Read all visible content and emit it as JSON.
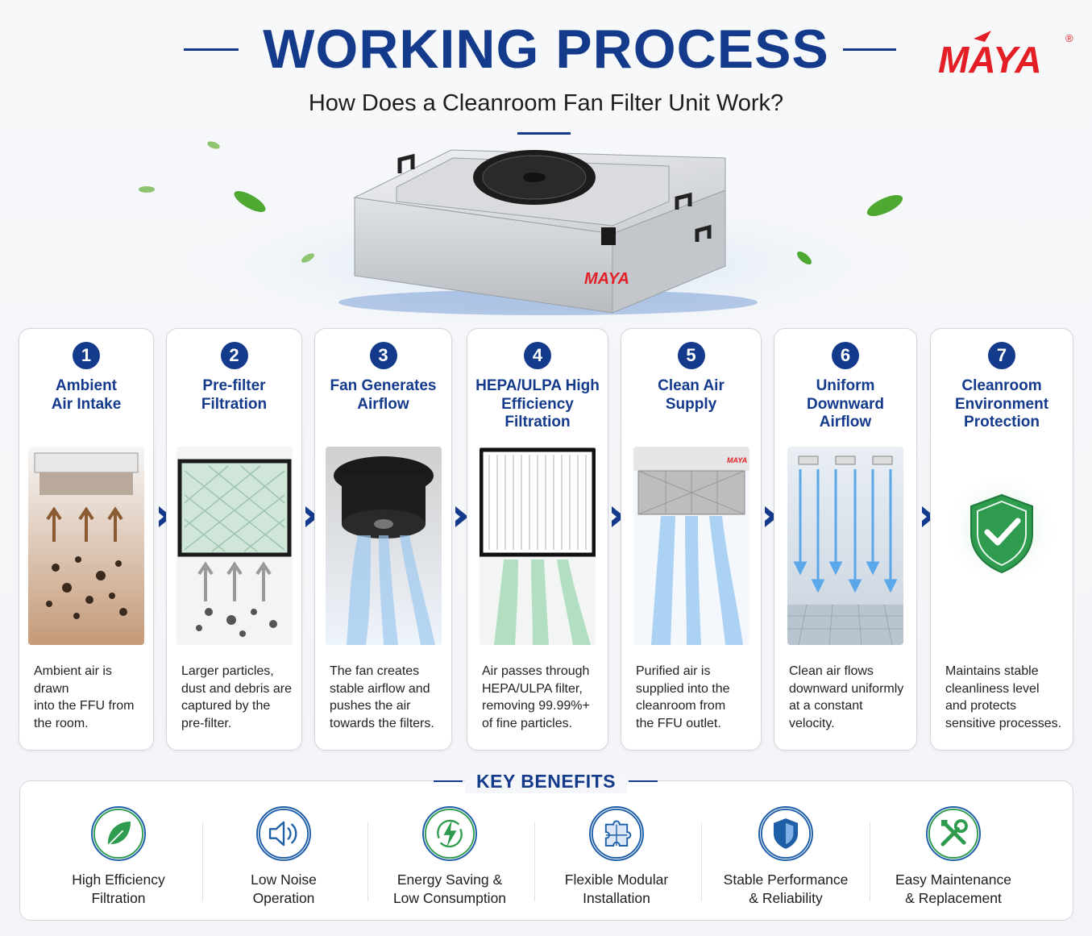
{
  "header": {
    "title": "WORKING PROCESS",
    "subtitle": "How Does a Cleanroom Fan Filter Unit Work?",
    "brand": "MAYA",
    "registered_mark": "®"
  },
  "colors": {
    "primary": "#143a8c",
    "brand_red": "#e31e24",
    "green": "#2e9b4e"
  },
  "steps": [
    {
      "number": "1",
      "title_lines": [
        "Ambient",
        "Air Intake"
      ],
      "desc_lines": [
        "Ambient air is drawn",
        "into the FFU from",
        "the room."
      ]
    },
    {
      "number": "2",
      "title_lines": [
        "Pre-filter",
        "Filtration"
      ],
      "desc_lines": [
        "Larger particles,",
        "dust and debris are",
        "captured by the",
        "pre-filter."
      ]
    },
    {
      "number": "3",
      "title_lines": [
        "Fan Generates",
        "Airflow"
      ],
      "desc_lines": [
        "The fan creates",
        "stable airflow and",
        "pushes the air",
        "towards the filters."
      ]
    },
    {
      "number": "4",
      "title_lines": [
        "HEPA/ULPA High",
        "Efficiency Filtration"
      ],
      "desc_lines": [
        "Air passes through",
        "HEPA/ULPA filter,",
        "removing 99.99%+",
        "of fine particles."
      ]
    },
    {
      "number": "5",
      "title_lines": [
        "Clean Air",
        "Supply"
      ],
      "desc_lines": [
        "Purified air is",
        "supplied into the",
        "cleanroom from",
        "the FFU outlet."
      ]
    },
    {
      "number": "6",
      "title_lines": [
        "Uniform Downward",
        "Airflow"
      ],
      "desc_lines": [
        "Clean air flows",
        "downward uniformly",
        "at a constant",
        "velocity."
      ]
    },
    {
      "number": "7",
      "title_lines": [
        "Cleanroom",
        "Environment",
        "Protection"
      ],
      "desc_lines": [
        "Maintains stable",
        "cleanliness level",
        "and protects",
        "sensitive processes."
      ]
    }
  ],
  "benefits": {
    "title": "KEY BENEFITS",
    "items": [
      {
        "icon": "leaf-icon",
        "lines": [
          "High Efficiency",
          "Filtration"
        ]
      },
      {
        "icon": "speaker-icon",
        "lines": [
          "Low Noise",
          "Operation"
        ]
      },
      {
        "icon": "energy-bolt-icon",
        "lines": [
          "Energy Saving &",
          "Low Consumption"
        ]
      },
      {
        "icon": "puzzle-icon",
        "lines": [
          "Flexible Modular",
          "Installation"
        ]
      },
      {
        "icon": "shield-icon",
        "lines": [
          "Stable Performance",
          "& Reliability"
        ]
      },
      {
        "icon": "tools-icon",
        "lines": [
          "Easy Maintenance",
          "& Replacement"
        ]
      }
    ]
  }
}
